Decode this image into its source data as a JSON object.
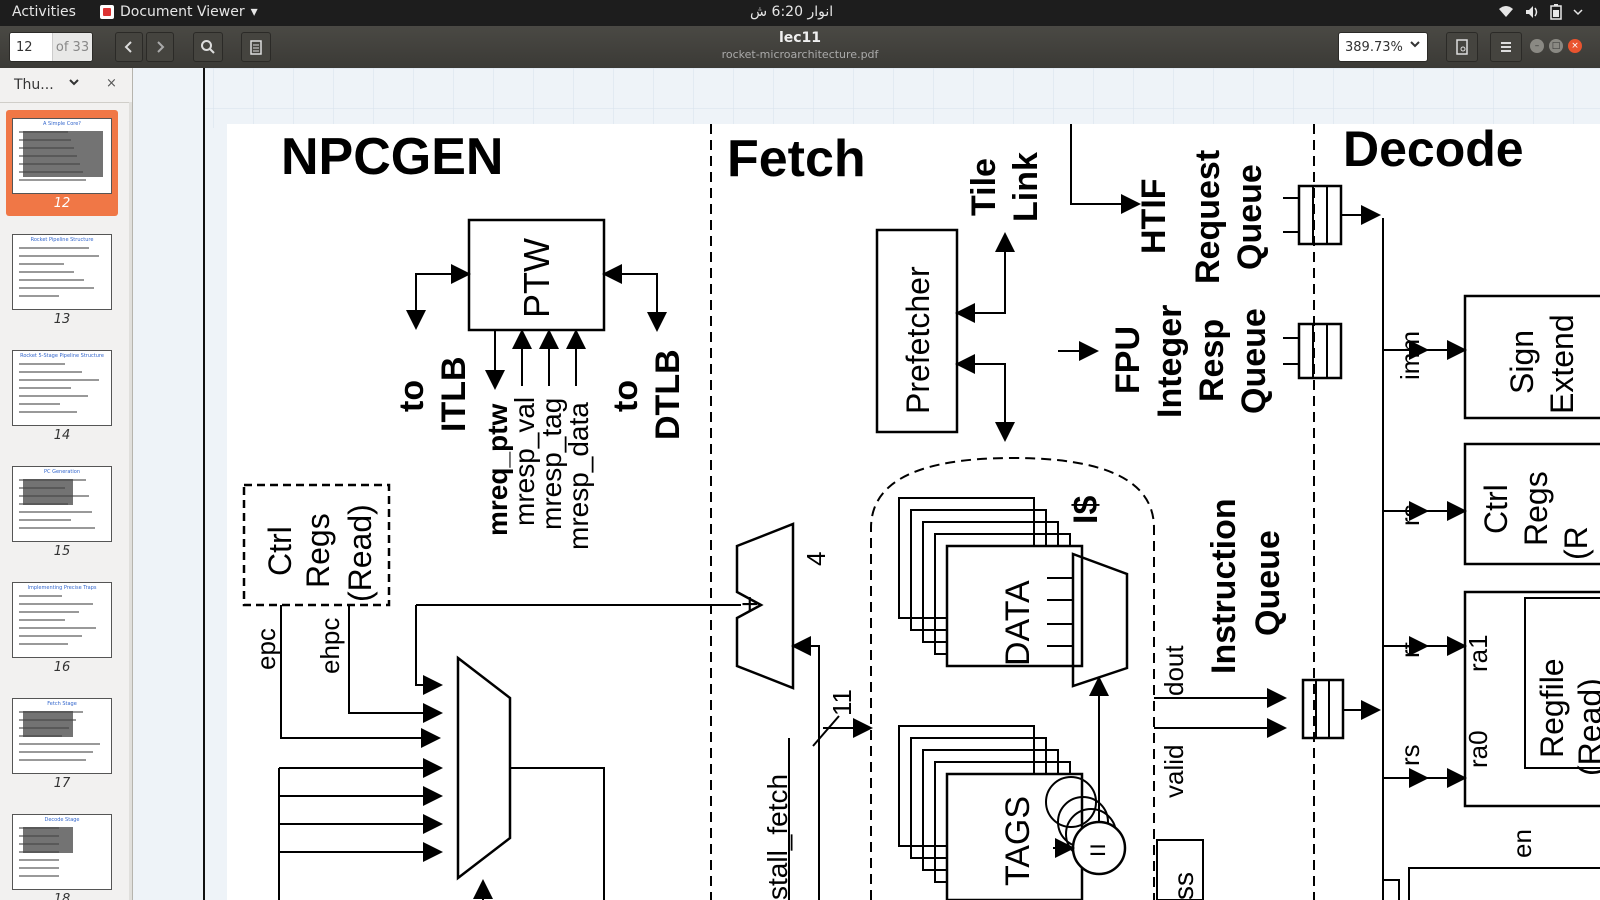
{
  "topbar": {
    "activities": "Activities",
    "app_name": "Document Viewer",
    "app_menu_arrow": "▾",
    "clock": "انوار 6:20 ش",
    "tray": [
      "wifi-icon",
      "volume-icon",
      "battery-icon",
      "power-menu-icon"
    ]
  },
  "header": {
    "page_value": "12",
    "page_of": "of 33",
    "title": "lec11",
    "subtitle": "rocket-microarchitecture.pdf",
    "zoom": "389.73%"
  },
  "sidebar": {
    "selector": "Thu...",
    "thumbnails": [
      {
        "num": "12",
        "title": "A Simple Core?",
        "selected": true
      },
      {
        "num": "13",
        "title": "Rocket Pipeline Structure"
      },
      {
        "num": "14",
        "title": "Rocket 5-Stage Pipeline Structure"
      },
      {
        "num": "15",
        "title": "PC Generation"
      },
      {
        "num": "16",
        "title": "Implementing Precise Traps"
      },
      {
        "num": "17",
        "title": "Fetch Stage"
      },
      {
        "num": "18",
        "title": "Decode Stage"
      }
    ]
  },
  "diagram": {
    "stages": {
      "npcgen": "NPCGEN",
      "fetch": "Fetch",
      "decode": "Decode"
    },
    "ptw": "PTW",
    "to_itlb": [
      "to",
      "ITLB"
    ],
    "to_dtlb": [
      "to",
      "DTLB"
    ],
    "ptw_signals": [
      "mreq_ptw",
      "mresp_val",
      "mresp_tag",
      "mresp_data"
    ],
    "ctrl_regs_read": [
      "Ctrl",
      "Regs",
      "(Read)"
    ],
    "epc": "epc",
    "ehpc": "ehpc",
    "tile_link": [
      "Tile",
      "Link"
    ],
    "prefetcher": "Prefetcher",
    "htif_queue": [
      "HTIF",
      "Request",
      "Queue"
    ],
    "fpu": "FPU",
    "integer_resp_queue": [
      "Integer",
      "Resp",
      "Queue"
    ],
    "icache": "I$",
    "data": "DATA",
    "tags": "TAGS",
    "equal": "=",
    "four": "4",
    "plus": "+",
    "eleven": "11",
    "stall_fetch": "stall_fetch",
    "instruction_queue": [
      "Instruction",
      "Queue"
    ],
    "dout": "dout",
    "valid": "valid",
    "decode_labels": {
      "imm": "imm",
      "rs1": "rs",
      "rt": "rt",
      "rs2": "rs",
      "en": "en",
      "ra1": "ra1",
      "ra0": "ra0"
    },
    "sign_extend": [
      "Sign",
      "Extend"
    ],
    "ctrl_regs_decode": [
      "Ctrl",
      "Regs",
      "(R"
    ],
    "regfile": [
      "Regfile",
      "(Read)"
    ],
    "ss": "ss"
  }
}
